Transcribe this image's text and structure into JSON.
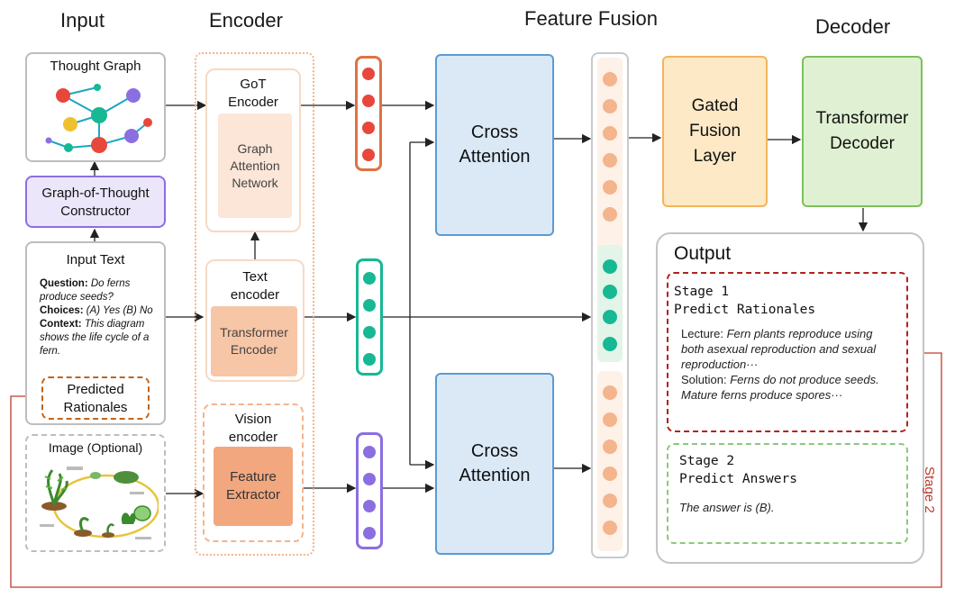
{
  "headers": {
    "input": "Input",
    "encoder": "Encoder",
    "fusion": "Feature Fusion",
    "decoder": "Decoder"
  },
  "thought_graph": {
    "title": "Thought Graph"
  },
  "constructor": {
    "line1": "Graph-of-Thought",
    "line2": "Constructor"
  },
  "input_text": {
    "title": "Input Text",
    "q_label": "Question:",
    "q_text": "Do ferns produce seeds?",
    "c_label": "Choices:",
    "c_text": "(A) Yes (B) No",
    "ctx_label": "Context:",
    "ctx_text": "This diagram shows the life cycle of a fern."
  },
  "predicted_rationales": {
    "line1": "Predicted",
    "line2": "Rationales"
  },
  "image": {
    "title": "Image (Optional)"
  },
  "got_encoder": {
    "line1": "GoT",
    "line2": "Encoder",
    "inner1": "Graph",
    "inner2": "Attention",
    "inner3": "Network"
  },
  "text_encoder": {
    "line1": "Text",
    "line2": "encoder",
    "inner1": "Transformer",
    "inner2": "Encoder"
  },
  "vision_encoder": {
    "line1": "Vision",
    "line2": "encoder",
    "inner1": "Feature",
    "inner2": "Extractor"
  },
  "cross_attention_top": {
    "line1": "Cross",
    "line2": "Attention"
  },
  "cross_attention_bottom": {
    "line1": "Cross",
    "line2": "Attention"
  },
  "gated_fusion": {
    "line1": "Gated",
    "line2": "Fusion",
    "line3": "Layer"
  },
  "transformer_decoder": {
    "line1": "Transformer",
    "line2": "Decoder"
  },
  "output": {
    "title": "Output",
    "stage1_title": "Stage 1",
    "stage1_sub": "Predict Rationales",
    "lecture_label": "Lecture:",
    "lecture_text": "Fern plants reproduce using both asexual reproduction and sexual reproduction···",
    "solution_label": "Solution:",
    "solution_text": "Ferns do not produce seeds. Mature ferns produce spores···",
    "stage2_title": "Stage 2",
    "stage2_sub": "Predict Answers",
    "answer_text": "The answer is (B)."
  },
  "stage2_label": "Stage 2",
  "colors": {
    "red": "#e8473b",
    "teal": "#17b894",
    "purple": "#8b6fe0",
    "peach": "#f4b48c",
    "blue_fill": "#dbe9f7",
    "blue_border": "#5a9bd5",
    "gated_fill": "#fde9c6",
    "gated_border": "#f3b55b",
    "decoder_fill": "#dff1d2",
    "decoder_border": "#7dc05a",
    "dark_red": "#b0231f"
  }
}
